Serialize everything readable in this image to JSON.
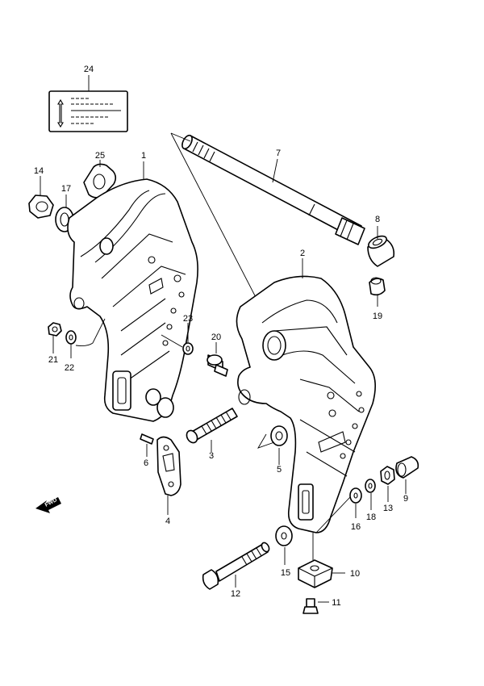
{
  "callouts": [
    "24",
    "25",
    "1",
    "14",
    "17",
    "7",
    "8",
    "2",
    "19",
    "23",
    "20",
    "21",
    "22",
    "3",
    "5",
    "6",
    "4",
    "9",
    "13",
    "18",
    "16",
    "15",
    "10",
    "12",
    "11"
  ],
  "fwd_label": "FWD"
}
